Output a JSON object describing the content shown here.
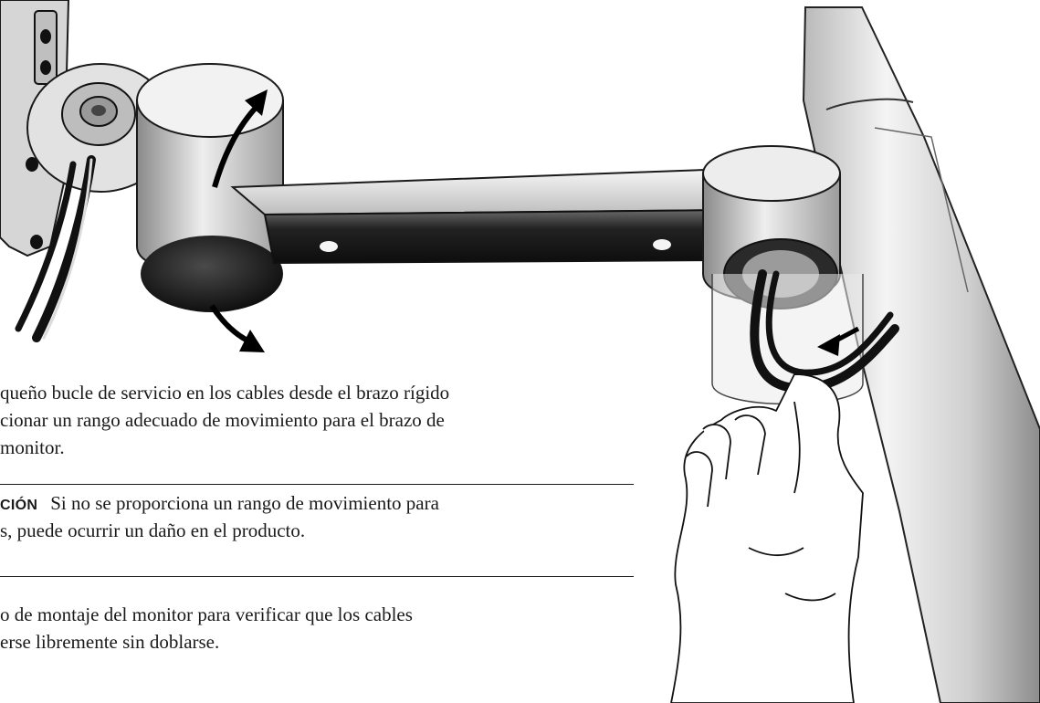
{
  "steps": {
    "service_loop": {
      "lines": [
        "queño bucle de servicio en los cables desde el brazo rígido",
        "cionar un rango adecuado de movimiento para el brazo de",
        "monitor."
      ]
    },
    "verify": {
      "lines": [
        "o de montaje del monitor para verificar que los cables",
        "erse libremente sin doblarse."
      ]
    }
  },
  "caution": {
    "label": "CIÓN",
    "lines": [
      "Si no se proporciona un rango de movimiento para",
      "s, puede ocurrir un daño en el producto."
    ]
  },
  "illustration": {
    "parts": [
      "rigid-arm",
      "pivot-joint",
      "mount-pole",
      "cable-bundle",
      "rotation-arrows",
      "hand"
    ]
  }
}
